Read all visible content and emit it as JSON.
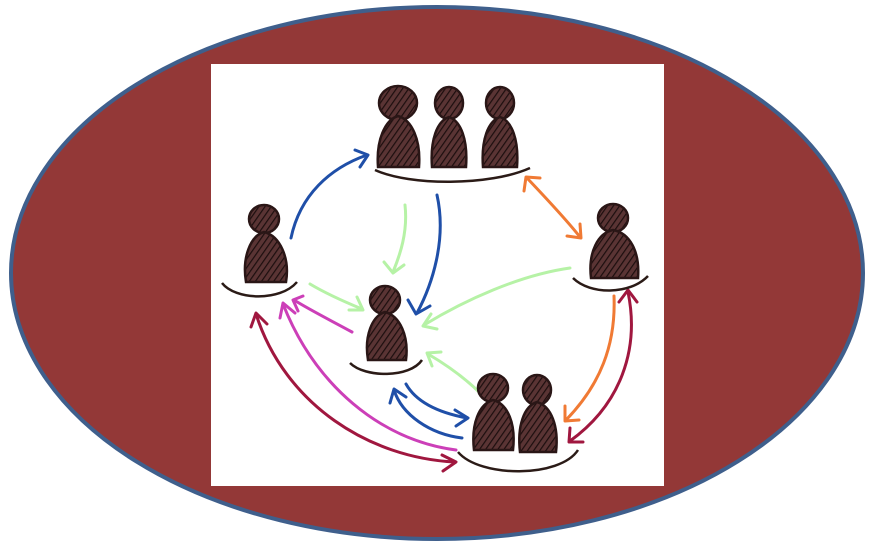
{
  "colors": {
    "oval_fill": "#933837",
    "oval_border": "#3f5f8c",
    "panel": "#ffffff",
    "figure_fill": "#4a2a2a",
    "figure_outline": "#2a1616",
    "base_line": "#2b1b17",
    "arrow_blue": "#1f4fa8",
    "arrow_lightgreen": "#b6f2a6",
    "arrow_orange": "#f07a34",
    "arrow_crimson": "#a0173f",
    "arrow_magenta": "#cc3fb8"
  },
  "groups": [
    {
      "name": "group-top-three",
      "people": 3
    },
    {
      "name": "group-left-single",
      "people": 1
    },
    {
      "name": "group-right-single",
      "people": 1
    },
    {
      "name": "group-center-single",
      "people": 1
    },
    {
      "name": "group-bottom-pair",
      "people": 2
    }
  ],
  "arrows": [
    {
      "name": "arrow-left-to-top",
      "color": "arrow_blue"
    },
    {
      "name": "arrow-top-to-center-blue",
      "color": "arrow_blue"
    },
    {
      "name": "arrow-top-to-center-green",
      "color": "arrow_lightgreen"
    },
    {
      "name": "arrow-left-to-center-green",
      "color": "arrow_lightgreen"
    },
    {
      "name": "arrow-right-to-center-green",
      "color": "arrow_lightgreen"
    },
    {
      "name": "arrow-bottom-to-center-green",
      "color": "arrow_lightgreen"
    },
    {
      "name": "arrow-top-right-orange",
      "color": "arrow_orange"
    },
    {
      "name": "arrow-right-bottom-orange",
      "color": "arrow_orange"
    },
    {
      "name": "arrow-bottom-right-crimson",
      "color": "arrow_crimson"
    },
    {
      "name": "arrow-center-bottom-blue",
      "color": "arrow_blue"
    },
    {
      "name": "arrow-bottom-center-blue",
      "color": "arrow_blue"
    },
    {
      "name": "arrow-bottom-left-crimson",
      "color": "arrow_crimson"
    },
    {
      "name": "arrow-bottom-left-magenta-outer",
      "color": "arrow_magenta"
    },
    {
      "name": "arrow-bottom-left-magenta-inner",
      "color": "arrow_magenta"
    }
  ]
}
